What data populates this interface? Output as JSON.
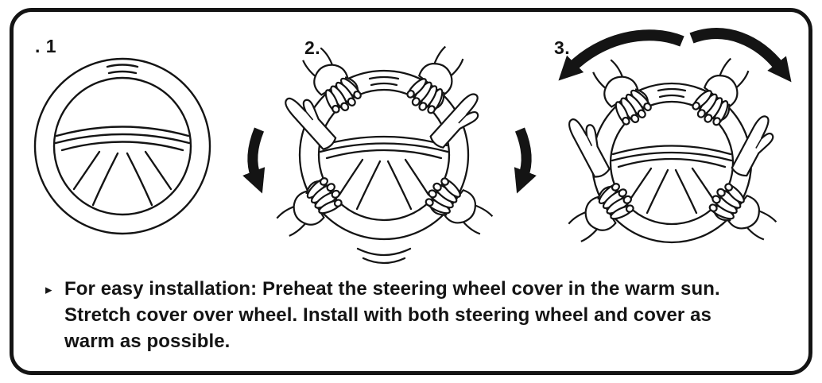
{
  "panel": {
    "steps": [
      {
        "label": ". 1",
        "illustration": "plain steering wheel"
      },
      {
        "label": "2.",
        "illustration": "hands gripping steering wheel pulling cover down, arrows pointing down on both sides"
      },
      {
        "label": "3.",
        "illustration": "hands stretching cover over steering wheel, large arrows curving outward from top"
      }
    ],
    "instructions": {
      "bullet": "▸",
      "lines": [
        "For easy installation: Preheat the steering wheel cover in the warm sun.",
        "Stretch cover over wheel. Install with both steering wheel and cover as",
        "warm as possible."
      ]
    },
    "colors": {
      "ink": "#141414",
      "background": "#ffffff"
    }
  }
}
